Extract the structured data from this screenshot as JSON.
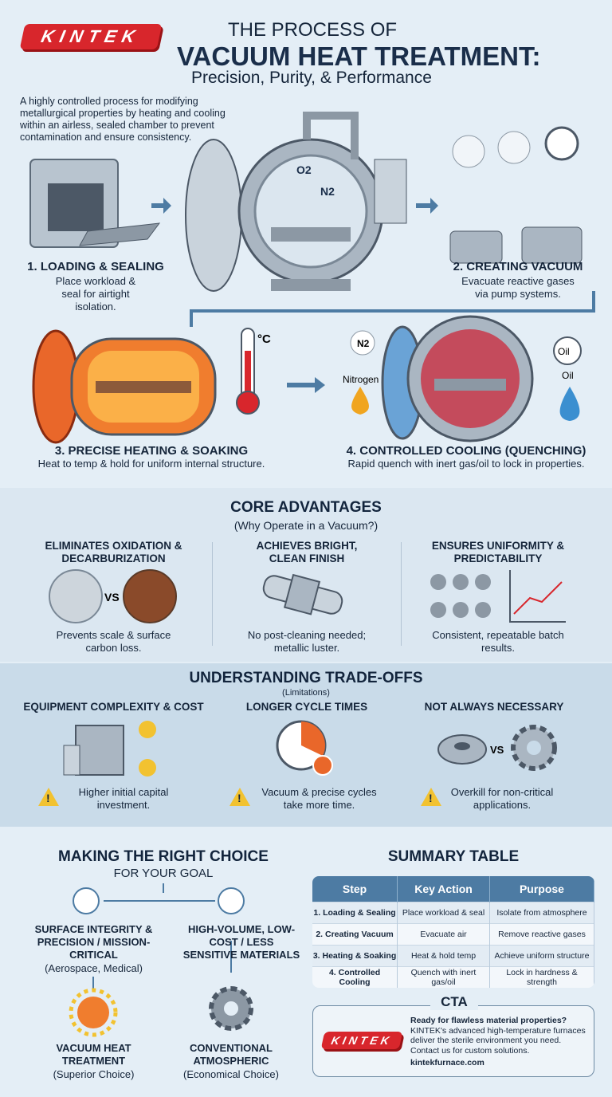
{
  "brand": {
    "logo": "KINTEK",
    "color": "#d8262c"
  },
  "header": {
    "line1": "THE PROCESS OF",
    "line2": "VACUUM HEAT TREATMENT:",
    "line3": "Precision, Purity, & Performance",
    "intro": "A highly controlled process for modifying metallurgical properties by heating and cooling within an airless, sealed chamber to prevent contamination and ensure consistency."
  },
  "steps": [
    {
      "title": "1. LOADING & SEALING",
      "desc": "Place workload & seal for airtight isolation."
    },
    {
      "title": "2. CREATING VACUUM",
      "desc": "Evacuate reactive gases via pump systems."
    },
    {
      "title": "3. PRECISE HEATING & SOAKING",
      "desc": "Heat to temp & hold for uniform internal structure."
    },
    {
      "title": "4. CONTROLLED COOLING (QUENCHING)",
      "desc": "Rapid quench with inert gas/oil to lock in properties."
    }
  ],
  "labels": {
    "o2": "O2",
    "n2": "N2",
    "temp": "°C",
    "nitrogen": "Nitrogen",
    "oil": "Oil",
    "vs": "VS"
  },
  "advantages": {
    "title": "CORE ADVANTAGES",
    "subtitle": "(Why Operate in a Vacuum?)",
    "items": [
      {
        "title": "ELIMINATES OXIDATION & DECARBURIZATION",
        "desc": "Prevents scale & surface carbon loss."
      },
      {
        "title": "ACHIEVES BRIGHT, CLEAN FINISH",
        "desc": "No post-cleaning needed; metallic luster."
      },
      {
        "title": "ENSURES UNIFORMITY & PREDICTABILITY",
        "desc": "Consistent, repeatable batch results."
      }
    ]
  },
  "tradeoffs": {
    "title": "UNDERSTANDING TRADE-OFFS",
    "subtitle": "(Limitations)",
    "items": [
      {
        "title": "EQUIPMENT COMPLEXITY & COST",
        "desc": "Higher initial capital investment."
      },
      {
        "title": "LONGER CYCLE TIMES",
        "desc": "Vacuum & precise cycles take more time."
      },
      {
        "title": "NOT ALWAYS NECESSARY",
        "desc": "Overkill for non-critical applications."
      }
    ]
  },
  "choice": {
    "title": "MAKING THE RIGHT CHOICE",
    "subtitle": "FOR YOUR GOAL",
    "left": {
      "goal": "SURFACE INTEGRITY & PRECISION / MISSION-CRITICAL",
      "examples": "(Aerospace, Medical)",
      "result": "VACUUM HEAT TREATMENT",
      "note": "(Superior Choice)"
    },
    "right": {
      "goal": "HIGH-VOLUME, LOW-COST / LESS SENSITIVE MATERIALS",
      "result": "CONVENTIONAL ATMOSPHERIC",
      "note": "(Economical Choice)"
    }
  },
  "summary": {
    "title": "SUMMARY TABLE",
    "headers": [
      "Step",
      "Key Action",
      "Purpose"
    ],
    "rows": [
      [
        "1. Loading & Sealing",
        "Place workload & seal",
        "Isolate from atmosphere"
      ],
      [
        "2. Creating Vacuum",
        "Evacuate air",
        "Remove reactive gases"
      ],
      [
        "3. Heating & Soaking",
        "Heat & hold temp",
        "Achieve uniform structure"
      ],
      [
        "4. Controlled Cooling",
        "Quench with inert gas/oil",
        "Lock in hardness & strength"
      ]
    ]
  },
  "cta": {
    "title": "CTA",
    "headline": "Ready for flawless material properties?",
    "body": "KINTEK's advanced high-temperature furnaces deliver the sterile environment you need. Contact us for custom solutions.",
    "url": "kintekfurnace.com"
  }
}
